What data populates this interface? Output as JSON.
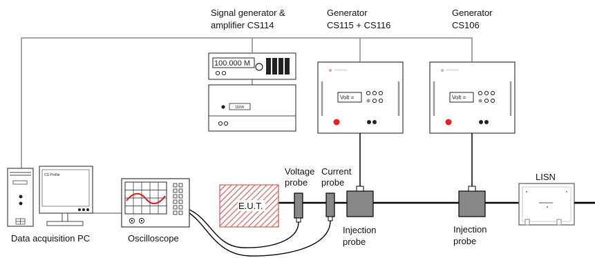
{
  "labels": {
    "signal_gen_line1": "Signal generator &",
    "signal_gen_line2": "amplifier CS114",
    "gen115_line1": "Generator",
    "gen115_line2": "CS115 + CS116",
    "gen106_line1": "Generator",
    "gen106_line2": "CS106",
    "pc": "Data acquisition PC",
    "scope": "Oscilloscope",
    "eut": "E.U.T.",
    "voltage_probe_line1": "Voltage",
    "voltage_probe_line2": "probe",
    "current_probe_line1": "Current",
    "current_probe_line2": "probe",
    "injection1_line1": "Injection",
    "injection1_line2": "probe",
    "injection2_line1": "Injection",
    "injection2_line2": "probe",
    "lisn": "LISN"
  },
  "devices": {
    "signal_generator_display": "100.000 M",
    "amplifier_display": "150W",
    "gen115_display": "Volt =",
    "gen106_display": "Volt =",
    "pc_screen_text": "CS Profile"
  },
  "colors": {
    "generator_indicator": "#e8231f",
    "eut_hatch": "#d9534f",
    "scope_trace": "#d42020",
    "cable": "#000000",
    "bus_line": "#8a8a8a"
  }
}
